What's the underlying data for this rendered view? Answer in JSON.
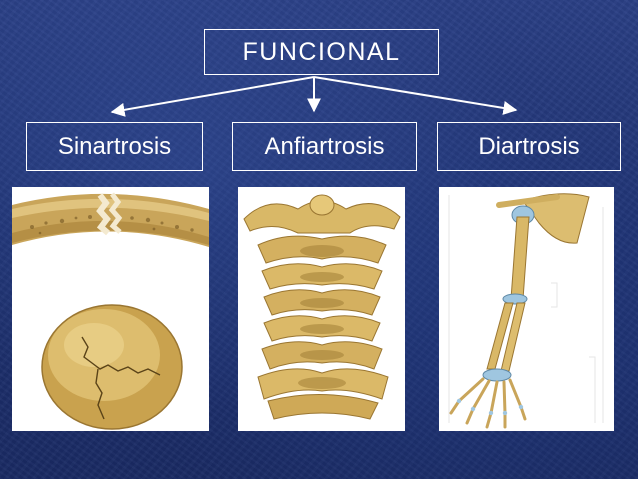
{
  "title": "FUNCIONAL",
  "categories": [
    {
      "label": "Sinartrosis"
    },
    {
      "label": "Anfiartrosis"
    },
    {
      "label": "Diartrosis"
    }
  ],
  "images": [
    {
      "icon": "skull-sutures-illustration"
    },
    {
      "icon": "cervical-vertebrae-illustration"
    },
    {
      "icon": "arm-bones-illustration"
    }
  ],
  "colors": {
    "background": "#1f3272",
    "text": "#ffffff",
    "bone": "#d9b867",
    "bone_shadow": "#a6843a",
    "cartilage": "#9fc6e0"
  }
}
